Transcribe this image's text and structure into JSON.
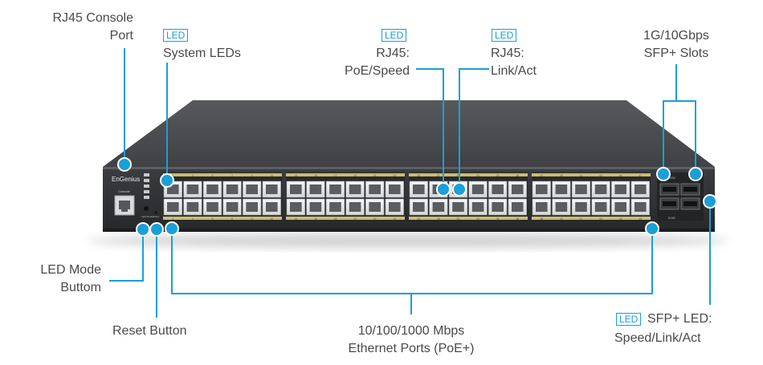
{
  "labels": {
    "console": [
      "RJ45 Console",
      "Port"
    ],
    "system_leds": "System LEDs",
    "poe_speed": [
      "RJ45:",
      "PoE/Speed"
    ],
    "link_act": [
      "RJ45:",
      "Link/Act"
    ],
    "sfp_slots": [
      "1G/10Gbps",
      "SFP+ Slots"
    ],
    "led_mode": [
      "LED Mode",
      "Buttom"
    ],
    "reset": "Reset Button",
    "ethernet": [
      "10/100/1000 Mbps",
      "Ethernet Ports (PoE+)"
    ],
    "sfp_led": [
      "SFP+ LED:",
      "Speed/Link/Act"
    ]
  },
  "badge": "LED",
  "device": {
    "brand": "EnGenius",
    "console_label": "Console",
    "led_mode_label": "LED Mode",
    "reset_label": "Reset",
    "top_port_numbers": [
      "1",
      "3",
      "5",
      "7",
      "9",
      "11",
      "13",
      "15",
      "17",
      "19",
      "21",
      "23",
      "25",
      "27",
      "29",
      "31",
      "33",
      "35",
      "37",
      "39",
      "41",
      "43",
      "45",
      "47"
    ],
    "bottom_port_numbers": [
      "2",
      "4",
      "6",
      "8",
      "10",
      "12",
      "14",
      "16",
      "18",
      "20",
      "22",
      "24",
      "26",
      "28",
      "30",
      "32",
      "34",
      "36",
      "38",
      "40",
      "42",
      "44",
      "46",
      "48"
    ],
    "sfp_top_label": "49/50",
    "sfp_bottom_label": "51/52",
    "port_count": 48,
    "sfp_count": 4
  },
  "colors": {
    "callout": "#1a9fd8",
    "text": "#4a4a4a",
    "chassis_top": "#4b4d50",
    "chassis_front": "#2e3033",
    "port_bg": "#e9eaeb",
    "led_strip": "#e7d77a"
  }
}
